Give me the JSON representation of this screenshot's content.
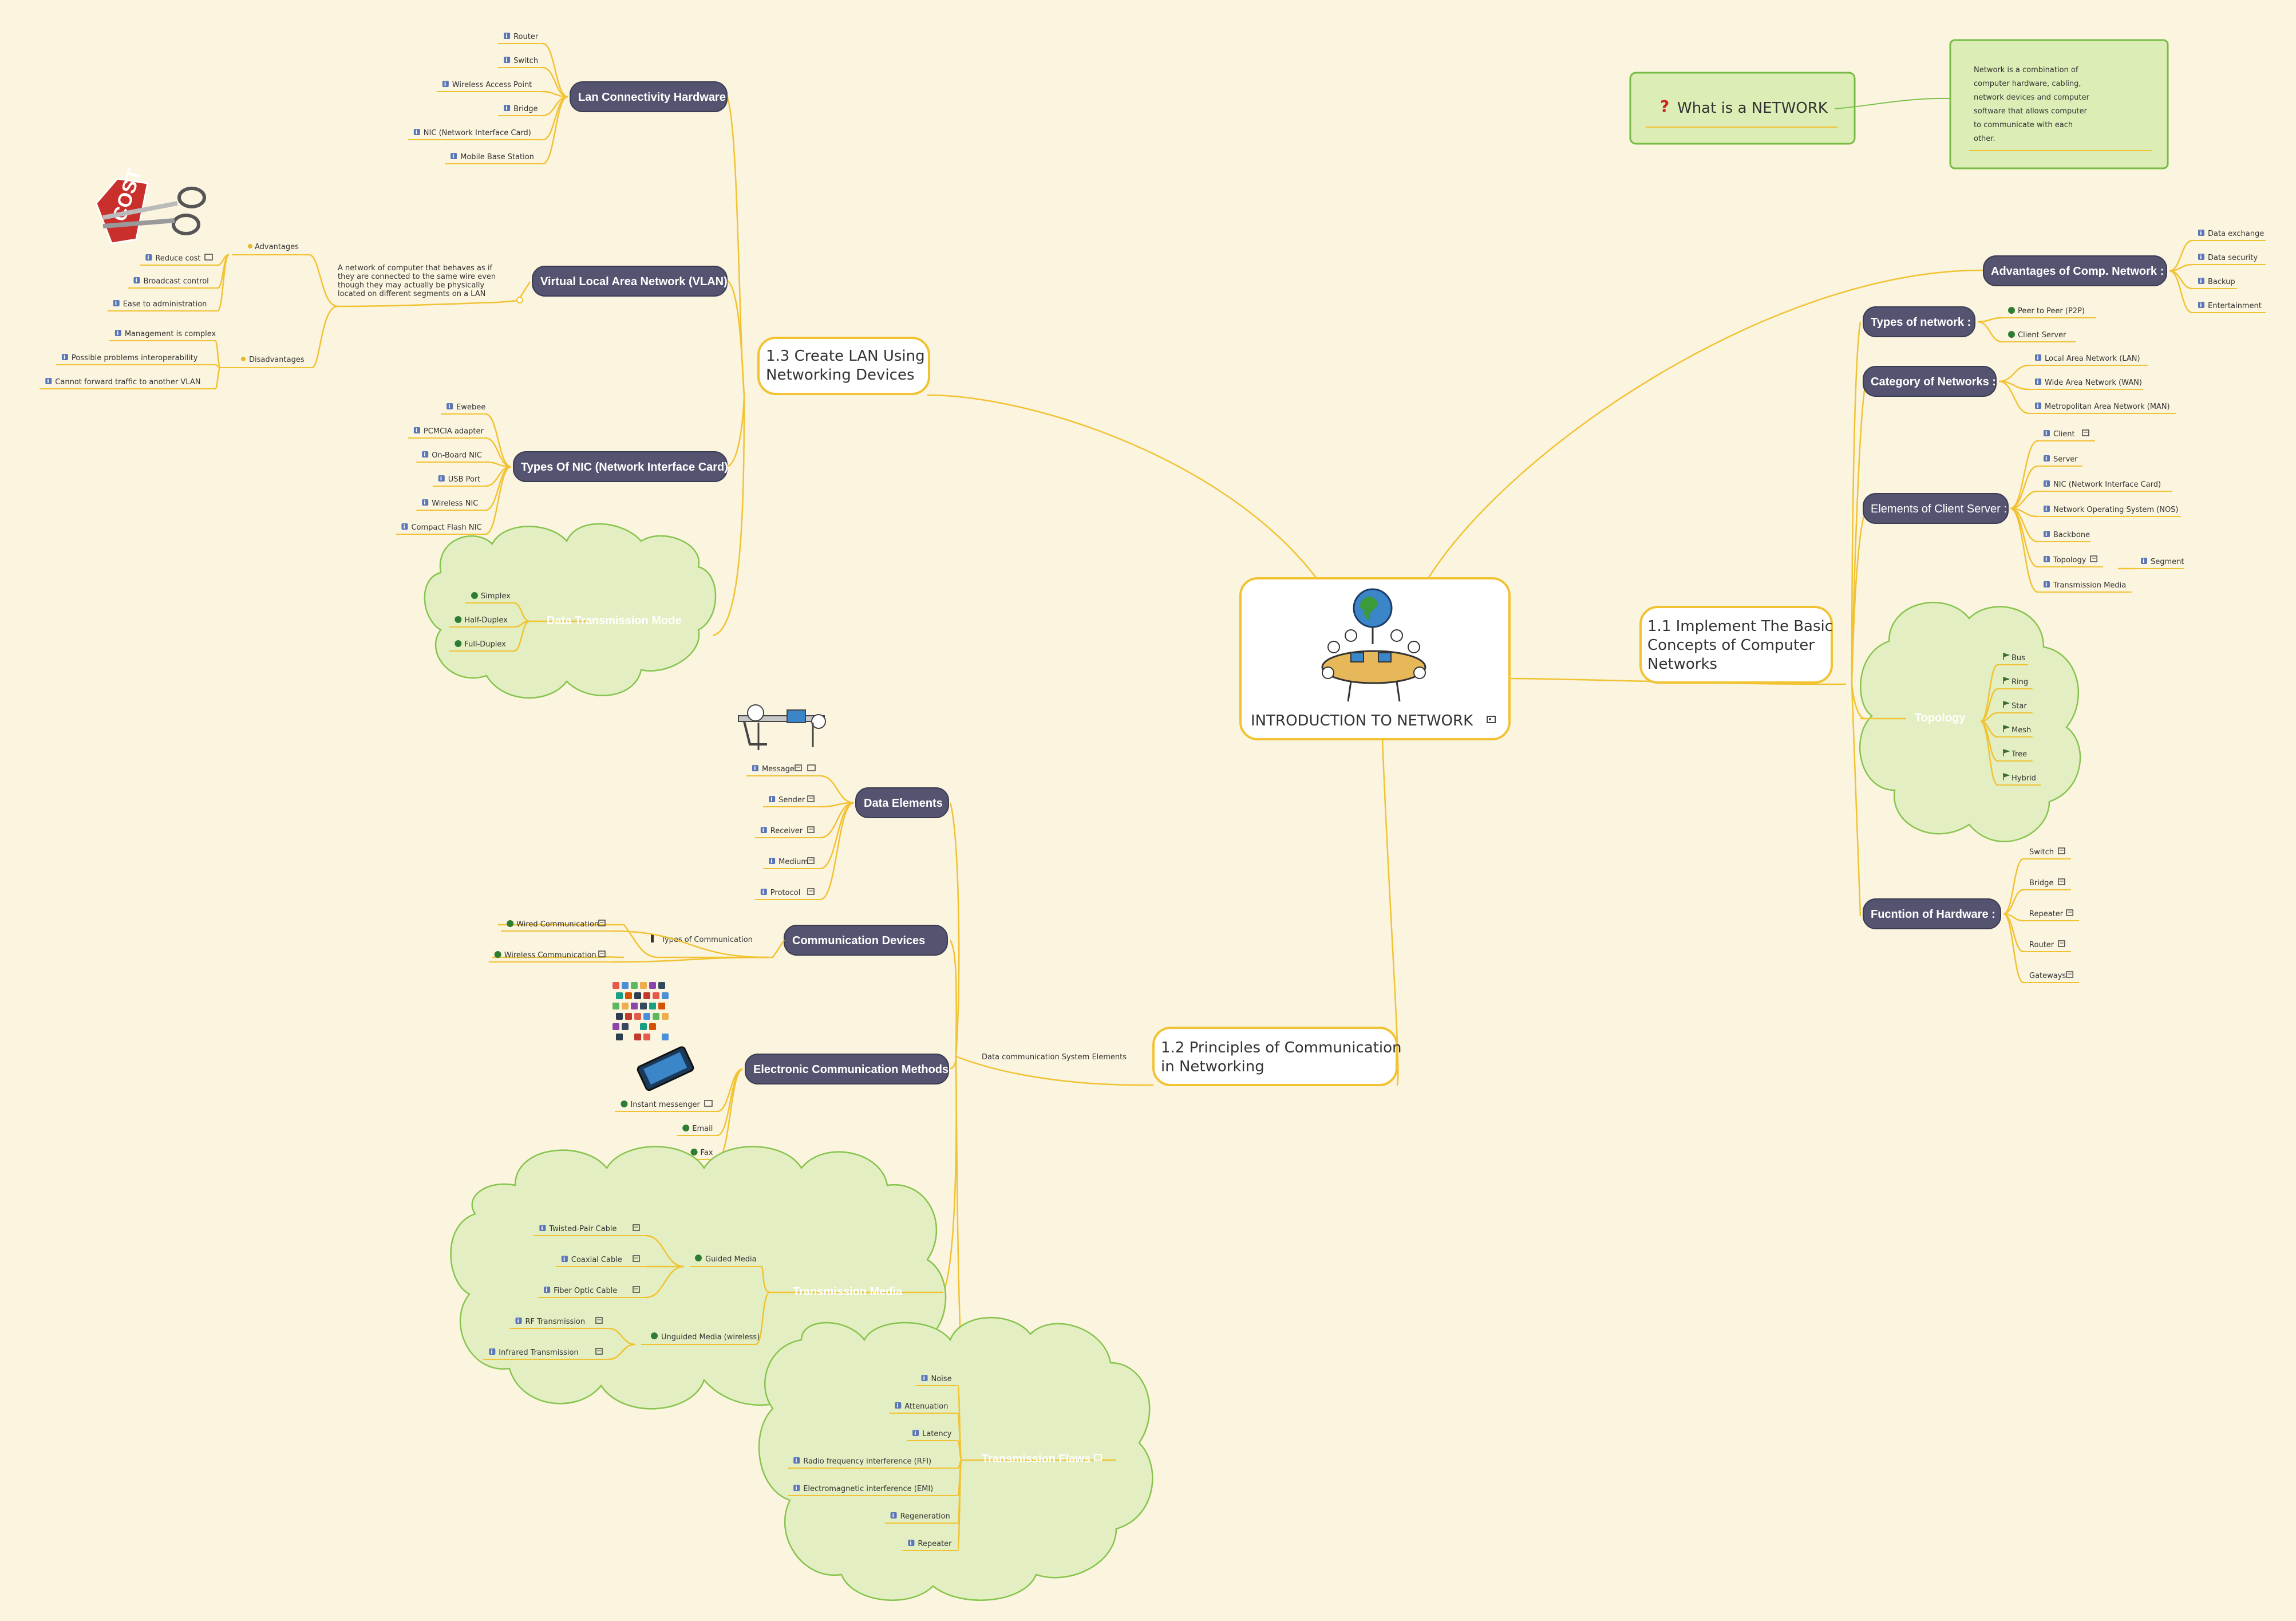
{
  "central": {
    "title": "INTRODUCTION TO NETWORK"
  },
  "what_is": {
    "question": "What is a NETWORK",
    "answer_lines": [
      "Network is a combination of",
      "computer hardware, cabling,",
      "network devices and computer",
      "software that allows computer",
      "to communicate with each",
      "other."
    ]
  },
  "branch_1_1": {
    "title_lines": [
      "1.1 Implement The Basic",
      "Concepts of Computer",
      "Networks"
    ],
    "advantages": {
      "label": "Advantages of Comp. Network :",
      "items": [
        "Data exchange",
        "Data security",
        "Backup",
        "Entertainment"
      ]
    },
    "types": {
      "label": "Types of network :",
      "items": [
        "Peer to Peer (P2P)",
        "Client Server"
      ]
    },
    "categories": {
      "label": "Category of Networks :",
      "items": [
        "Local Area Network (LAN)",
        "Wide Area Network (WAN)",
        "Metropolitan Area Network (MAN)"
      ]
    },
    "client_server": {
      "label": "Elements of Client Server :",
      "items": [
        "Client",
        "Server",
        "NIC (Network Interface Card)",
        "Network Operating System (NOS)",
        "Backbone",
        "Topology",
        "Transmission Media"
      ],
      "topology_child": "Segment"
    },
    "topology": {
      "label": "Topology",
      "items": [
        "Bus",
        "Ring",
        "Star",
        "Mesh",
        "Tree",
        "Hybrid"
      ]
    },
    "hardware": {
      "label": "Fucntion of Hardware :",
      "items": [
        "Switch",
        "Bridge",
        "Repeater",
        "Router",
        "Gateways"
      ]
    }
  },
  "branch_1_2": {
    "title_lines": [
      "1.2 Principles of Communication",
      "in Networking"
    ],
    "dcs": "Data communication System Elements",
    "data_elements": {
      "label": "Data Elements",
      "items": [
        "Message",
        "Sender",
        "Receiver",
        "Medium",
        "Protocol"
      ]
    },
    "comm_devices": {
      "label": "Communication Devices",
      "sub": "Types of Communication",
      "items": [
        "Wired Communication",
        "Wireless Communication"
      ]
    },
    "ecm": {
      "label": "Electronic Communication Methods",
      "items": [
        "Instant messenger",
        "Email",
        "Fax"
      ]
    },
    "tmedia": {
      "label": "Transmission Media",
      "guided": "Guided Media",
      "guided_items": [
        "Twisted-Pair Cable",
        "Coaxial Cable",
        "Fiber Optic Cable"
      ],
      "unguided": "Unguided Media (wireless)",
      "unguided_items": [
        "RF Transmission",
        "Infrared Transmission"
      ]
    },
    "tflaws": {
      "label": "Transmission Flaws",
      "items": [
        "Noise",
        "Attenuation",
        "Latency",
        "Radio frequency interference (RFI)",
        "Electromagnetic interference (EMI)",
        "Regeneration",
        "Repeater"
      ]
    }
  },
  "branch_1_3": {
    "title_lines": [
      "1.3 Create LAN Using",
      "Networking Devices"
    ],
    "lan_hw": {
      "label": "Lan Connectivity Hardware",
      "items": [
        "Router",
        "Switch",
        "Wireless Access Point",
        "Bridge",
        "NIC (Network Interface Card)",
        "Mobile Base Station"
      ]
    },
    "vlan": {
      "label": "Virtual Local Area Network (VLAN)",
      "desc_lines": [
        "A network of computer that behaves as if",
        "they are connected to the same wire even",
        "though they may actually be physically",
        "located on different segments on a LAN"
      ],
      "adv_label": "Advantages",
      "adv_items": [
        "Reduce cost",
        "Broadcast control",
        "Ease to administration"
      ],
      "dis_label": "Disadvantages",
      "dis_items": [
        "Management is complex",
        "Possible problems interoperability",
        "Cannot forward traffic to another VLAN"
      ],
      "cost_text": "COST"
    },
    "nic": {
      "label": "Types Of NIC (Network Interface Card)",
      "items": [
        "Ewebee",
        "PCMCIA adapter",
        "On-Board NIC",
        "USB Port",
        "Wireless NIC",
        "Compact Flash NIC"
      ]
    },
    "dtm": {
      "label": "Data Transmission Mode",
      "items": [
        "Simplex",
        "Half-Duplex",
        "Full-Duplex"
      ]
    }
  },
  "colors": {
    "bg": "#fbf4df",
    "line": "#f1c232",
    "pill": "#545471",
    "cloud": "#e3efc2",
    "cloud_stroke": "#86c44d",
    "bullet": "#2d7d32",
    "question": "#cc2222"
  },
  "icons": [
    "globe-people-icon",
    "question-icon",
    "info-icon",
    "note-icon",
    "image-icon",
    "flag-icon",
    "dot-icon",
    "scissors-cost-icon",
    "desk-person-icon",
    "app-phone-icon"
  ]
}
